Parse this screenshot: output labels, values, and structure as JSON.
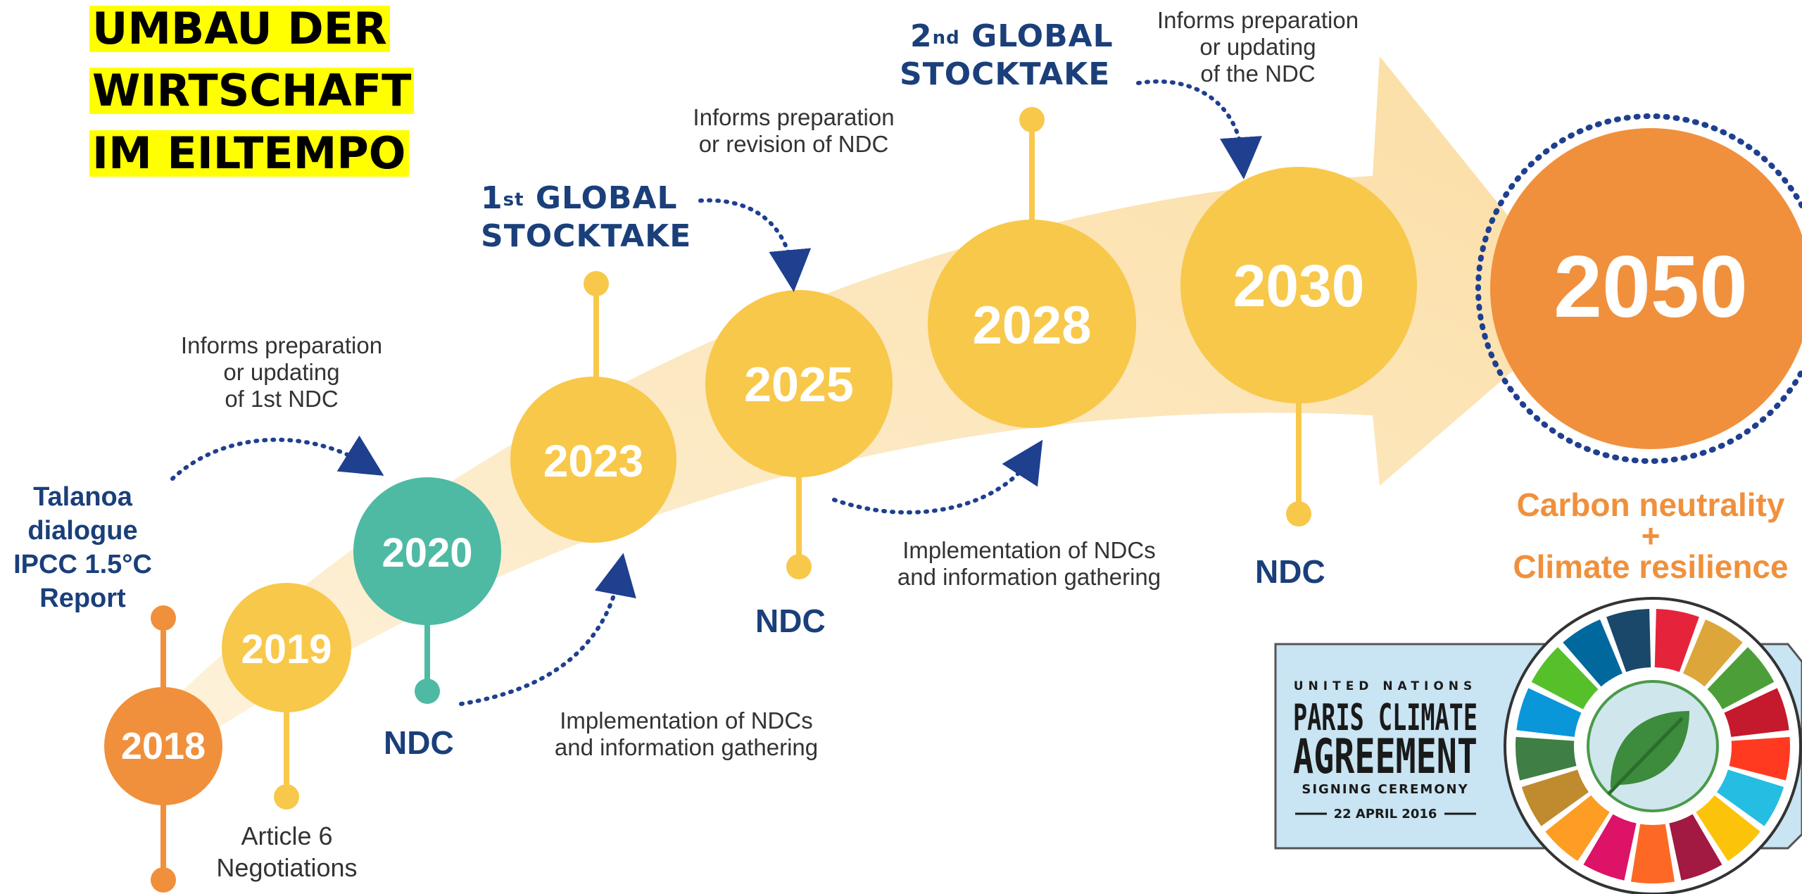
{
  "headline": {
    "lines": [
      "UMBAU DER",
      "WIRTSCHAFT",
      "IM EILTEMPO"
    ],
    "highlight_color": "#ffff00"
  },
  "colors": {
    "orange": "#f0903c",
    "yellow": "#f8c84a",
    "teal": "#4ebaa4",
    "navy": "#1a3f7a",
    "arrow": "#fbe0ac",
    "gray_text": "#333333"
  },
  "milestones": {
    "y2018": "2018",
    "y2019": "2019",
    "y2020": "2020",
    "y2023": "2023",
    "y2025": "2025",
    "y2028": "2028",
    "y2030": "2030",
    "y2050": "2050"
  },
  "labels": {
    "talanoa": [
      "Talanoa",
      "dialogue",
      "IPCC 1.5°C",
      "Report"
    ],
    "article6": [
      "Article 6",
      "Negotiations"
    ],
    "ndc": "NDC",
    "gst1": {
      "ordinal": "1",
      "suffix": "st",
      "line1": "GLOBAL",
      "line2": "STOCKTAKE"
    },
    "gst2": {
      "ordinal": "2",
      "suffix": "nd",
      "line1": "GLOBAL",
      "line2": "STOCKTAKE"
    },
    "informs_first": [
      "Informs preparation",
      "or updating",
      "of 1st NDC"
    ],
    "informs_revision": [
      "Informs preparation",
      "or revision of NDC"
    ],
    "informs_updating": [
      "Informs preparation",
      "or updating",
      "of the NDC"
    ],
    "implementation_1": [
      "Implementation of NDCs",
      "and information gathering"
    ],
    "implementation_2": [
      "Implementation of NDCs",
      "and information gathering"
    ],
    "outcome": [
      "Carbon neutrality",
      "+",
      "Climate resilience"
    ]
  },
  "logo": {
    "org": "UNITED NATIONS",
    "line1": "PARIS CLIMATE",
    "line2": "AGREEMENT",
    "event": "SIGNING CEREMONY",
    "date": "22 APRIL 2016",
    "sdg_colors": [
      "#e5243b",
      "#dda63a",
      "#4c9f38",
      "#c5192d",
      "#ff3a21",
      "#26bde2",
      "#fcc30b",
      "#a21942",
      "#fd6925",
      "#dd1367",
      "#fd9d24",
      "#bf8b2e",
      "#3f7e44",
      "#0a97d9",
      "#56c02b",
      "#00689d",
      "#19486a"
    ]
  }
}
